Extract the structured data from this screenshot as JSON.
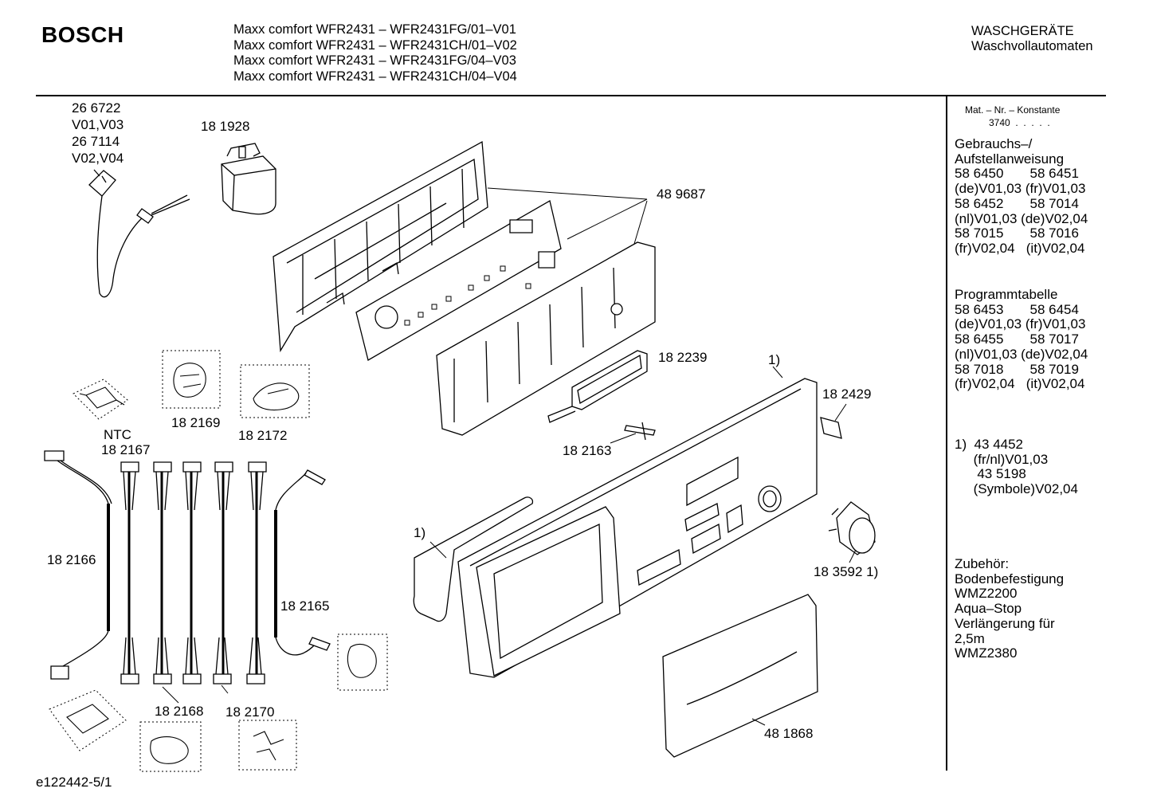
{
  "header": {
    "brand": "BOSCH",
    "models": [
      "Maxx comfort WFR2431 – WFR2431FG/01–V01",
      "Maxx comfort WFR2431 – WFR2431CH/01–V02",
      "Maxx comfort WFR2431 – WFR2431FG/04–V03",
      "Maxx comfort WFR2431 – WFR2431CH/04–V04"
    ],
    "category": "WASCHGERÄTE",
    "subcategory": "Waschvollautomaten"
  },
  "sidebar": {
    "mat_label": "Mat. – Nr. – Konstante",
    "mat_value": "3740  .  .  .  .  .",
    "manual": [
      "Gebrauchs–/",
      "Aufstellanweisung",
      "58 6450       58 6451",
      "(de)V01,03 (fr)V01,03",
      "58 6452       58 7014",
      "(nl)V01,03 (de)V02,04",
      "58 7015       58 7016",
      "(fr)V02,04   (it)V02,04"
    ],
    "program": [
      "Programmtabelle",
      "58 6453       58 6454",
      "(de)V01,03 (fr)V01,03",
      "58 6455       58 7017",
      "(nl)V01,03 (de)V02,04",
      "58 7018       58 7019",
      "(fr)V02,04   (it)V02,04"
    ],
    "note": [
      "1)  43 4452",
      "     (fr/nl)V01,03",
      "      43 5198",
      "     (Symbole)V02,04"
    ],
    "accessories": [
      "Zubehör:",
      "Bodenbefestigung",
      "WMZ2200",
      "Aqua–Stop",
      "Verlängerung für",
      "2,5m",
      "WMZ2380"
    ]
  },
  "parts": {
    "p266722": "26 6722",
    "v0103": "V01,V03",
    "p267114": "26 7114",
    "v0204": "V02,V04",
    "p181928": "18 1928",
    "p489687": "48 9687",
    "p182239": "18 2239",
    "note1_top": "1)",
    "p182429": "18 2429",
    "ntc": "NTC",
    "p182167": "18 2167",
    "p182169": "18 2169",
    "p182172": "18 2172",
    "p182163": "18 2163",
    "note1_left": "1)",
    "p183592": "18 3592 1)",
    "p182166": "18 2166",
    "p182165": "18 2165",
    "p182168": "18 2168",
    "p182170": "18 2170",
    "p481868": "48 1868"
  },
  "footer": {
    "drawing_id": "e122442-5/1"
  }
}
